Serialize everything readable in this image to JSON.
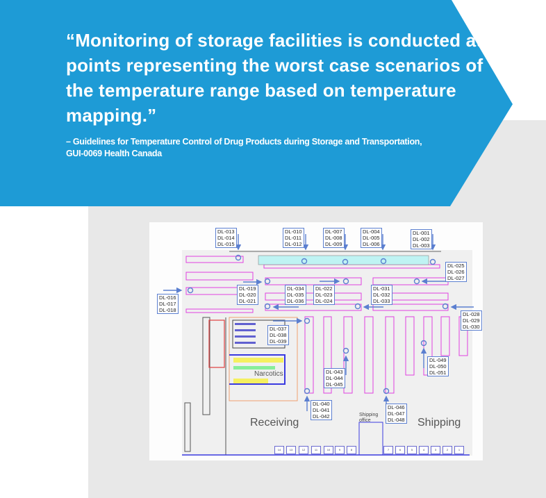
{
  "quote": {
    "text": "“Monitoring of storage facilities is conducted at points representing the worst case scenarios of the temperature range based on temperature mapping.”",
    "attribution": "– Guidelines for Temperature Control of Drug Products during Storage and Transportation, GUI-0069 Health Canada"
  },
  "colors": {
    "banner": "#1e9bd6",
    "panel": "#e8e8e8",
    "rack": "#e040e0",
    "sensor": "#5b7fd0"
  },
  "floorplan": {
    "labels": [
      [
        "DL-013",
        "DL-014",
        "DL-015"
      ],
      [
        "DL-010",
        "DL-011",
        "DL-012"
      ],
      [
        "DL-007",
        "DL-008",
        "DL-009"
      ],
      [
        "DL-004",
        "DL-005",
        "DL-006"
      ],
      [
        "DL-001",
        "DL-002",
        "DL-003"
      ],
      [
        "DL-025",
        "DL-026",
        "DL-027"
      ],
      [
        "DL-016",
        "DL-017",
        "DL-018"
      ],
      [
        "DL-019",
        "DL-020",
        "DL-021"
      ],
      [
        "DL-034",
        "DL-035",
        "DL-036"
      ],
      [
        "DL-022",
        "DL-023",
        "DL-024"
      ],
      [
        "DL-031",
        "DL-032",
        "DL-033"
      ],
      [
        "DL-028",
        "DL-029",
        "DL-030"
      ],
      [
        "DL-037",
        "DL-038",
        "DL-039"
      ],
      [
        "DL-043",
        "DL-044",
        "DL-045"
      ],
      [
        "DL-049",
        "DL-050",
        "DL-051"
      ],
      [
        "DL-040",
        "DL-041",
        "DL-042"
      ],
      [
        "DL-046",
        "DL-047",
        "DL-048"
      ]
    ],
    "areas": {
      "narcotics": "Narcotics",
      "receiving": "Receiving",
      "shipping": "Shipping",
      "shipping_office_1": "Shipping",
      "shipping_office_2": "office"
    },
    "docks_left": [
      "14",
      "13",
      "12",
      "11",
      "10",
      "9",
      "8"
    ],
    "docks_right": [
      "7",
      "6",
      "5",
      "4",
      "3",
      "2",
      "1"
    ]
  }
}
